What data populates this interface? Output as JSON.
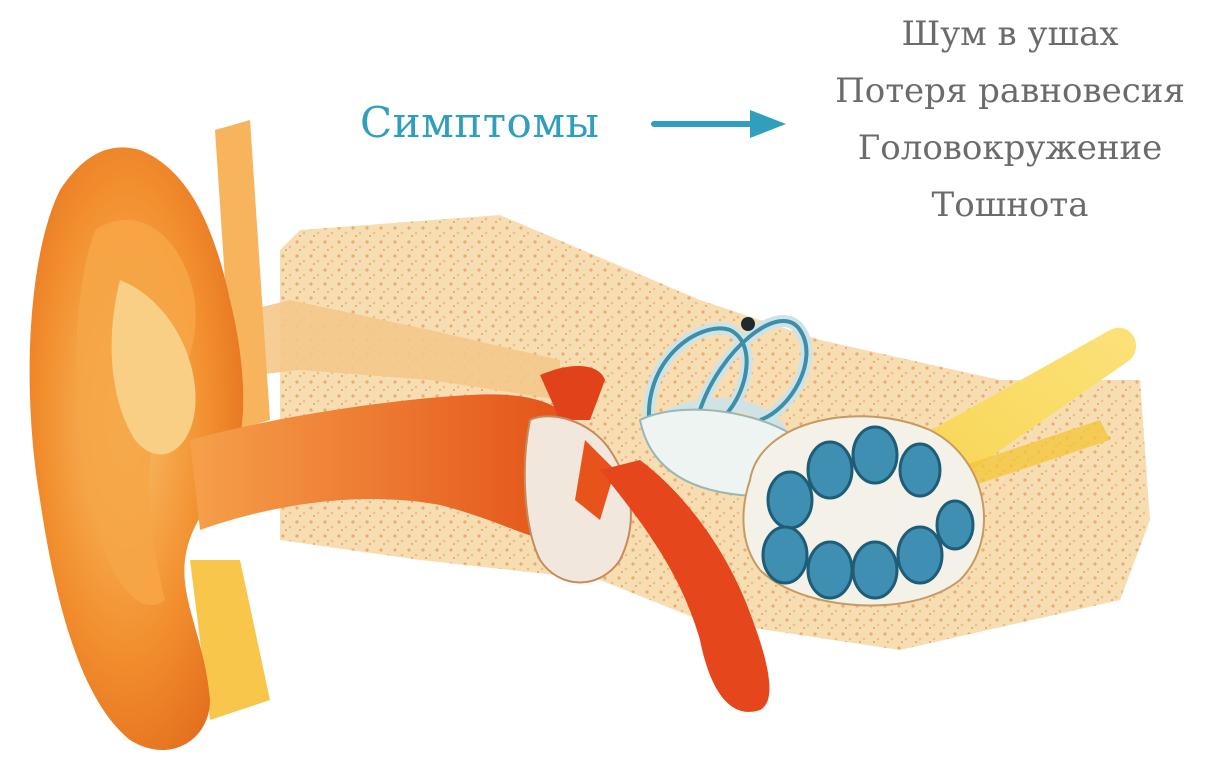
{
  "header": {
    "label": "Симптомы"
  },
  "symptoms": [
    "Шум в ушах",
    "Потеря равновесия",
    "Головокружение",
    "Тошнота"
  ],
  "colors": {
    "label": "#2f9fbd",
    "arrow": "#2f9fbd",
    "symptom_text": "#6b6b6b",
    "skin": "#f08a2a",
    "skin_light": "#f7b25a",
    "canal": "#e8601c",
    "bone": "#f6d9a4",
    "cochlea": "#3b8fb0",
    "nerve": "#f5c518"
  },
  "icons": {
    "arrow": "arrow-right-icon"
  }
}
